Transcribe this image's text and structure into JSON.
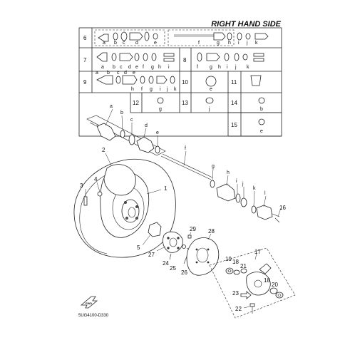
{
  "header": {
    "title": "RIGHT HAND SIDE"
  },
  "footer": {
    "code": "5UG4100-D330",
    "fwd_label": "FWD"
  },
  "table": {
    "rows": [
      {
        "no": "6",
        "letters": [
          "a",
          "b",
          "c",
          "d",
          "e",
          "f",
          "g",
          "h",
          "i",
          "j",
          "k"
        ]
      },
      {
        "no": "7",
        "letters": [
          "a",
          "b",
          "c",
          "d",
          "e",
          "f",
          "g",
          "h",
          "i"
        ]
      },
      {
        "no": "8",
        "letters": [
          "f",
          "g",
          "h",
          "i",
          "j",
          "k"
        ]
      },
      {
        "no": "9",
        "letters": [
          "a",
          "b",
          "c",
          "d",
          "e",
          "f",
          "g",
          "h",
          "i",
          "j",
          "k"
        ]
      },
      {
        "no": "10",
        "letters": [
          "e"
        ]
      },
      {
        "no": "11",
        "letters": []
      },
      {
        "no": "12",
        "letters": [
          "g"
        ]
      },
      {
        "no": "13",
        "letters": [
          "j"
        ]
      },
      {
        "no": "14",
        "letters": [
          "b"
        ]
      },
      {
        "no": "15",
        "letters": [
          "e"
        ]
      }
    ]
  },
  "shaft_letters": [
    "a",
    "b",
    "c",
    "d",
    "e",
    "f",
    "g",
    "h",
    "i",
    "j",
    "k",
    "l"
  ],
  "part_numbers": [
    "1",
    "2",
    "3",
    "4",
    "5",
    "16",
    "17",
    "18",
    "19",
    "20",
    "21",
    "22",
    "23",
    "24",
    "25",
    "26",
    "27",
    "28",
    "29"
  ]
}
